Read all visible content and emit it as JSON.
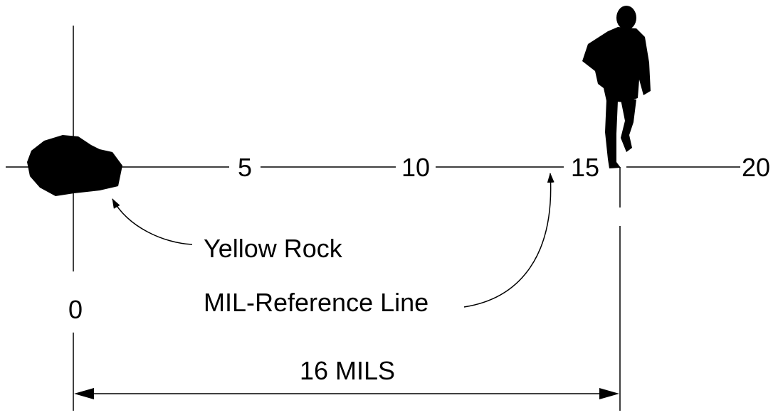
{
  "scale": {
    "ticks": [
      "5",
      "10",
      "15",
      "20"
    ],
    "zero_label": "0"
  },
  "labels": {
    "rock": "Yellow Rock",
    "reference_line": "MIL-Reference Line",
    "measurement": "16 MILS"
  },
  "objects": {
    "rock": "yellow rock (black silhouette)",
    "person": "walking man (black silhouette)"
  },
  "colors": {
    "ink": "#000000",
    "background": "#ffffff"
  }
}
